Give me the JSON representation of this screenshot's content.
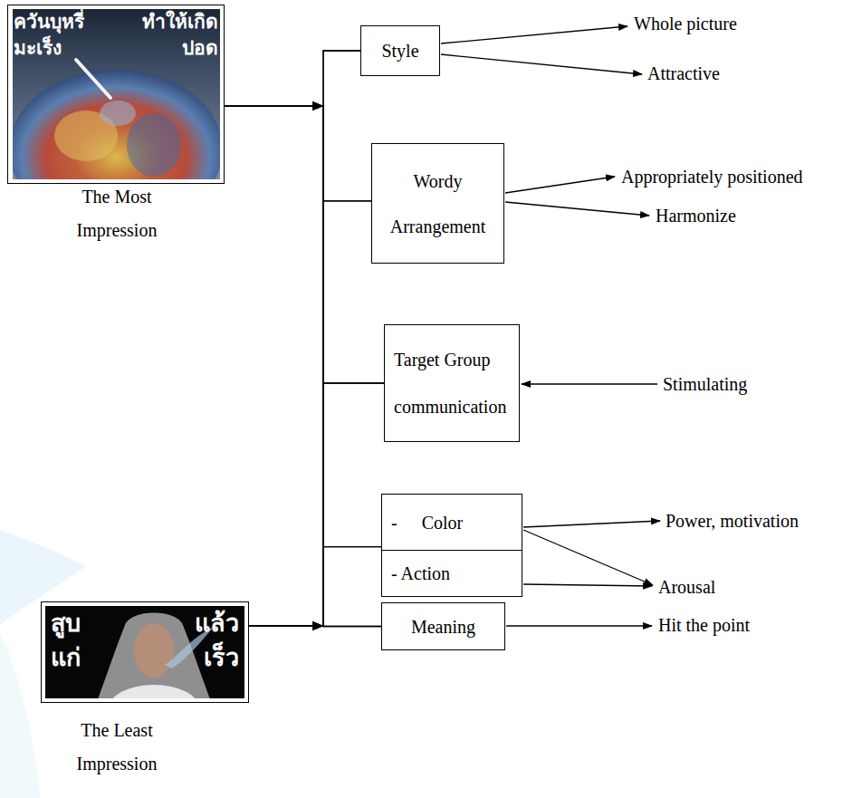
{
  "diagram": {
    "nodes": [
      {
        "text": [
          "ควันบุหรี่",
          "ทำให้เกิด",
          "มะเร็ง",
          "ปอด",
          "The Most Impression"
        ]
      },
      {
        "text": [
          "Style"
        ]
      },
      {
        "text": [
          "Wordy Arrangement"
        ]
      },
      {
        "text": [
          "Target Group communication"
        ]
      },
      {
        "text": [
          "- Color"
        ]
      },
      {
        "text": [
          "- Action"
        ]
      },
      {
        "text": [
          "Meaning"
        ]
      },
      {
        "text": [
          "สูบ",
          "แล้ว",
          "แก่",
          "เร็ว",
          "The Least Impression"
        ]
      }
    ],
    "edges": [
      {
        "from": 0,
        "to": 1,
        "arrow": "to"
      },
      {
        "from": 0,
        "to": 2,
        "arrow": "to"
      },
      {
        "from": 0,
        "to": 3,
        "arrow": "to"
      },
      {
        "from": 0,
        "to": 4,
        "arrow": "to"
      },
      {
        "from": 0,
        "to": 6,
        "arrow": "to"
      },
      {
        "from": 7,
        "to": 1,
        "arrow": "to"
      },
      {
        "from": 7,
        "to": 2,
        "arrow": "to"
      },
      {
        "from": 7,
        "to": 3,
        "arrow": "to"
      },
      {
        "from": 7,
        "to": 4,
        "arrow": "to"
      },
      {
        "from": 7,
        "to": 6,
        "arrow": "to"
      }
    ],
    "labels": [
      "Whole picture",
      "Attractive",
      "Appropriately positioned",
      "Harmonize",
      "Stimulating",
      "Power, motivation",
      "Arousal",
      "Hit the point"
    ]
  }
}
